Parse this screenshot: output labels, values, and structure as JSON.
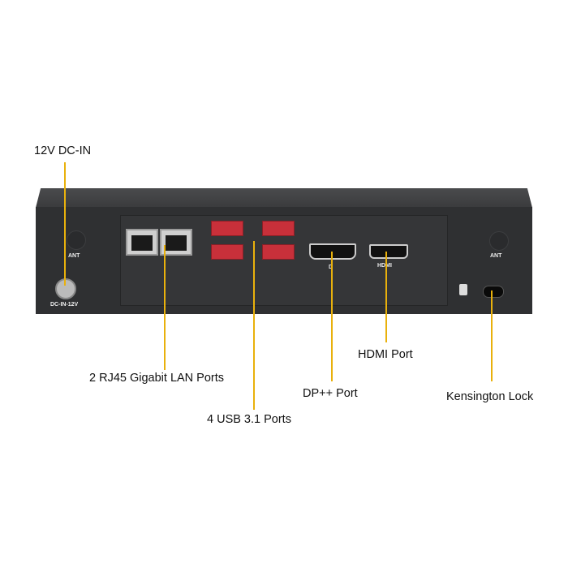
{
  "callouts": {
    "dc_in": "12V DC-IN",
    "lan": "2 RJ45 Gigabit LAN Ports",
    "usb": "4 USB 3.1 Ports",
    "dp": "DP++ Port",
    "hdmi": "HDMI Port",
    "kensington": "Kensington Lock"
  },
  "device_labels": {
    "ant_left": "ANT",
    "ant_right": "ANT",
    "dc": "DC-IN-12V",
    "hdmi": "HDMI",
    "dp": "D"
  },
  "colors": {
    "callout_line": "#e9b10c",
    "chassis": "#2f3032",
    "usb_port": "#c8303a"
  }
}
